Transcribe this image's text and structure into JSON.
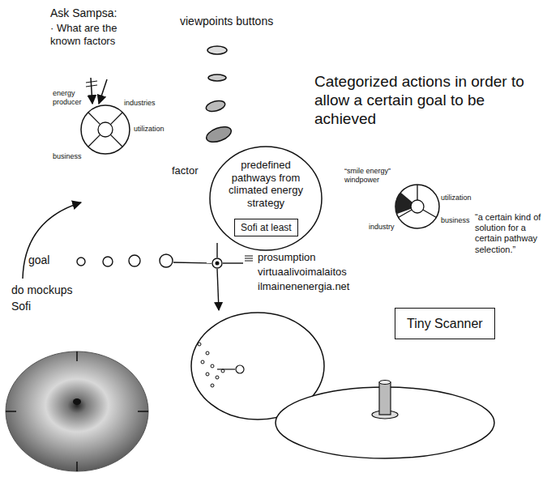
{
  "diagram": {
    "nodes": [
      {
        "text": [
          "energy producer",
          "industries",
          "utilization",
          "business"
        ]
      },
      {
        "text": [
          "predefined pathways from climated energy strategy"
        ]
      },
      {
        "text": [
          "Sofi at least"
        ],
        "in": 1
      },
      {
        "text": [
          "utilization",
          "industry",
          "business"
        ]
      },
      {
        "text": [
          "Tiny Scanner"
        ]
      }
    ],
    "labels": [
      "Ask Sampsa:",
      "· What are the known factors",
      "viewpoints buttons",
      "Categorized actions in order to allow a certain goal to be achieved",
      "factor",
      "“smile energy” windpower",
      "“a certain kind of solution for a certain pathway selection.”",
      "goal",
      "prosumption",
      "virtuaalivoimalaitos",
      "ilmainenenergia.net",
      "do mockups",
      "Sofi"
    ]
  }
}
